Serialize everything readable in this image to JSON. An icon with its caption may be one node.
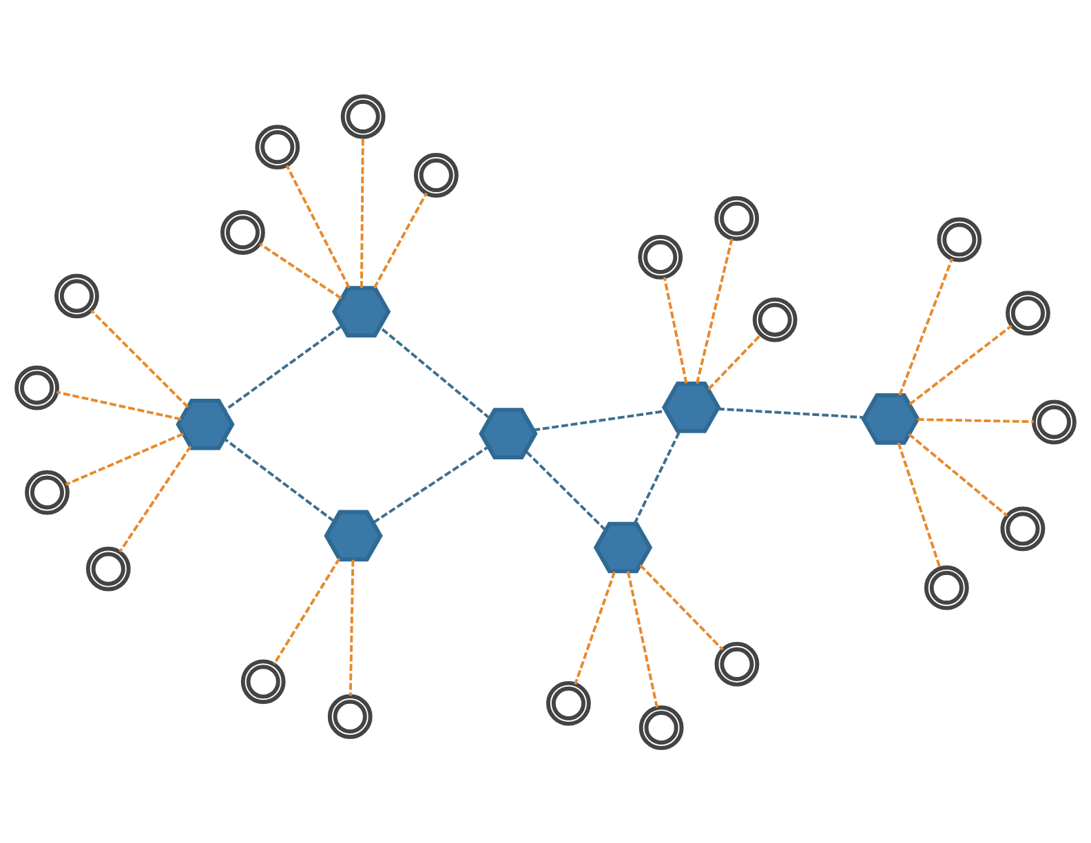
{
  "diagram": {
    "nodes": [
      {
        "text": [],
        "shape": "circle"
      },
      {
        "text": [],
        "shape": "circle"
      },
      {
        "text": [],
        "shape": "hexagon"
      },
      {
        "text": [],
        "shape": "circle"
      },
      {
        "text": [],
        "shape": "hexagon"
      },
      {
        "text": [],
        "shape": "circle"
      },
      {
        "text": [],
        "shape": "circle"
      },
      {
        "text": [],
        "shape": "hexagon"
      },
      {
        "text": [],
        "shape": "circle"
      },
      {
        "text": [],
        "shape": "circle"
      },
      {
        "text": [],
        "shape": "circle"
      },
      {
        "text": [],
        "shape": "circle"
      },
      {
        "text": [],
        "shape": "circle"
      },
      {
        "text": [],
        "shape": "circle"
      },
      {
        "text": [],
        "shape": "hexagon"
      },
      {
        "text": [],
        "shape": "hexagon"
      },
      {
        "text": [],
        "shape": "circle"
      },
      {
        "text": [],
        "shape": "hexagon"
      },
      {
        "text": [],
        "shape": "circle"
      },
      {
        "text": [],
        "shape": "circle"
      },
      {
        "text": [],
        "shape": "circle"
      },
      {
        "text": [],
        "shape": "circle"
      },
      {
        "text": [],
        "shape": "hexagon"
      },
      {
        "text": [],
        "shape": "circle"
      },
      {
        "text": [],
        "shape": "circle"
      },
      {
        "text": [],
        "shape": "circle"
      },
      {
        "text": [],
        "shape": "circle"
      },
      {
        "text": [],
        "shape": "circle"
      }
    ],
    "edges": [
      {
        "from": 2,
        "to": 7,
        "arrow": "none",
        "style": "dashed",
        "color": "#3d6e8e"
      },
      {
        "from": 2,
        "to": 15,
        "arrow": "none",
        "style": "dashed",
        "color": "#3d6e8e"
      },
      {
        "from": 4,
        "to": 7,
        "arrow": "none",
        "style": "dashed",
        "color": "#3d6e8e"
      },
      {
        "from": 4,
        "to": 14,
        "arrow": "none",
        "style": "dashed",
        "color": "#3d6e8e"
      },
      {
        "from": 7,
        "to": 15,
        "arrow": "none",
        "style": "dashed",
        "color": "#3d6e8e"
      },
      {
        "from": 7,
        "to": 17,
        "arrow": "none",
        "style": "dashed",
        "color": "#3d6e8e"
      },
      {
        "from": 17,
        "to": 14,
        "arrow": "none",
        "style": "dashed",
        "color": "#3d6e8e"
      },
      {
        "from": 15,
        "to": 22,
        "arrow": "none",
        "style": "dashed",
        "color": "#3d6e8e"
      },
      {
        "from": 2,
        "to": 0,
        "arrow": "none",
        "style": "dashed"
      },
      {
        "from": 2,
        "to": 3,
        "arrow": "none",
        "style": "dashed"
      },
      {
        "from": 2,
        "to": 6,
        "arrow": "none",
        "style": "dashed"
      },
      {
        "from": 4,
        "to": 1,
        "arrow": "none",
        "style": "dashed"
      },
      {
        "from": 4,
        "to": 5,
        "arrow": "none",
        "style": "dashed"
      },
      {
        "from": 15,
        "to": 11,
        "arrow": "none",
        "style": "dashed"
      },
      {
        "from": 15,
        "to": 13,
        "arrow": "none",
        "style": "dashed"
      },
      {
        "from": 15,
        "to": 23,
        "arrow": "none",
        "style": "dashed"
      },
      {
        "from": 17,
        "to": 12,
        "arrow": "none",
        "style": "dashed"
      },
      {
        "from": 17,
        "to": 19,
        "arrow": "none",
        "style": "dashed"
      },
      {
        "from": 17,
        "to": 24,
        "arrow": "none",
        "style": "dashed"
      },
      {
        "from": 17,
        "to": 21,
        "arrow": "none",
        "style": "dashed"
      },
      {
        "from": 14,
        "to": 10,
        "arrow": "none",
        "style": "dashed"
      },
      {
        "from": 14,
        "to": 8,
        "arrow": "none",
        "style": "dashed"
      },
      {
        "from": 14,
        "to": 16,
        "arrow": "none",
        "style": "dashed"
      },
      {
        "from": 14,
        "to": 18,
        "arrow": "none",
        "style": "dashed"
      },
      {
        "from": 22,
        "to": 9,
        "arrow": "none",
        "style": "dashed"
      },
      {
        "from": 22,
        "to": 20,
        "arrow": "none",
        "style": "dashed"
      },
      {
        "from": 22,
        "to": 26,
        "arrow": "none",
        "style": "dashed"
      },
      {
        "from": 22,
        "to": 25,
        "arrow": "none",
        "style": "dashed"
      },
      {
        "from": 22,
        "to": 27,
        "arrow": "none",
        "style": "dashed"
      }
    ]
  }
}
